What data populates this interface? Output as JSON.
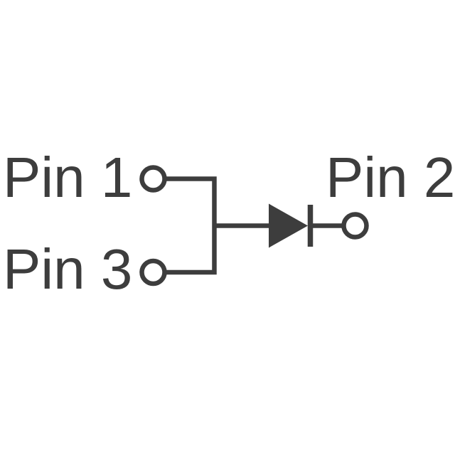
{
  "schematic": {
    "title": "Diode schematic symbol with three pins",
    "component": "diode",
    "pins": [
      {
        "id": "pin1",
        "label": "Pin 1",
        "position": "top-left",
        "role": "anode-input"
      },
      {
        "id": "pin2",
        "label": "Pin 2",
        "position": "right",
        "role": "cathode-output"
      },
      {
        "id": "pin3",
        "label": "Pin 3",
        "position": "bottom-left",
        "role": "anode-input"
      }
    ],
    "symbols": [
      {
        "name": "diode-triangle",
        "meaning": "diode anode, current flow left to right"
      },
      {
        "name": "diode-cathode-bar",
        "meaning": "diode cathode bar"
      },
      {
        "name": "open-circle-terminal",
        "meaning": "external pin connection point"
      }
    ],
    "colors": {
      "line": "#3d3d3d",
      "background": "#ffffff"
    }
  }
}
